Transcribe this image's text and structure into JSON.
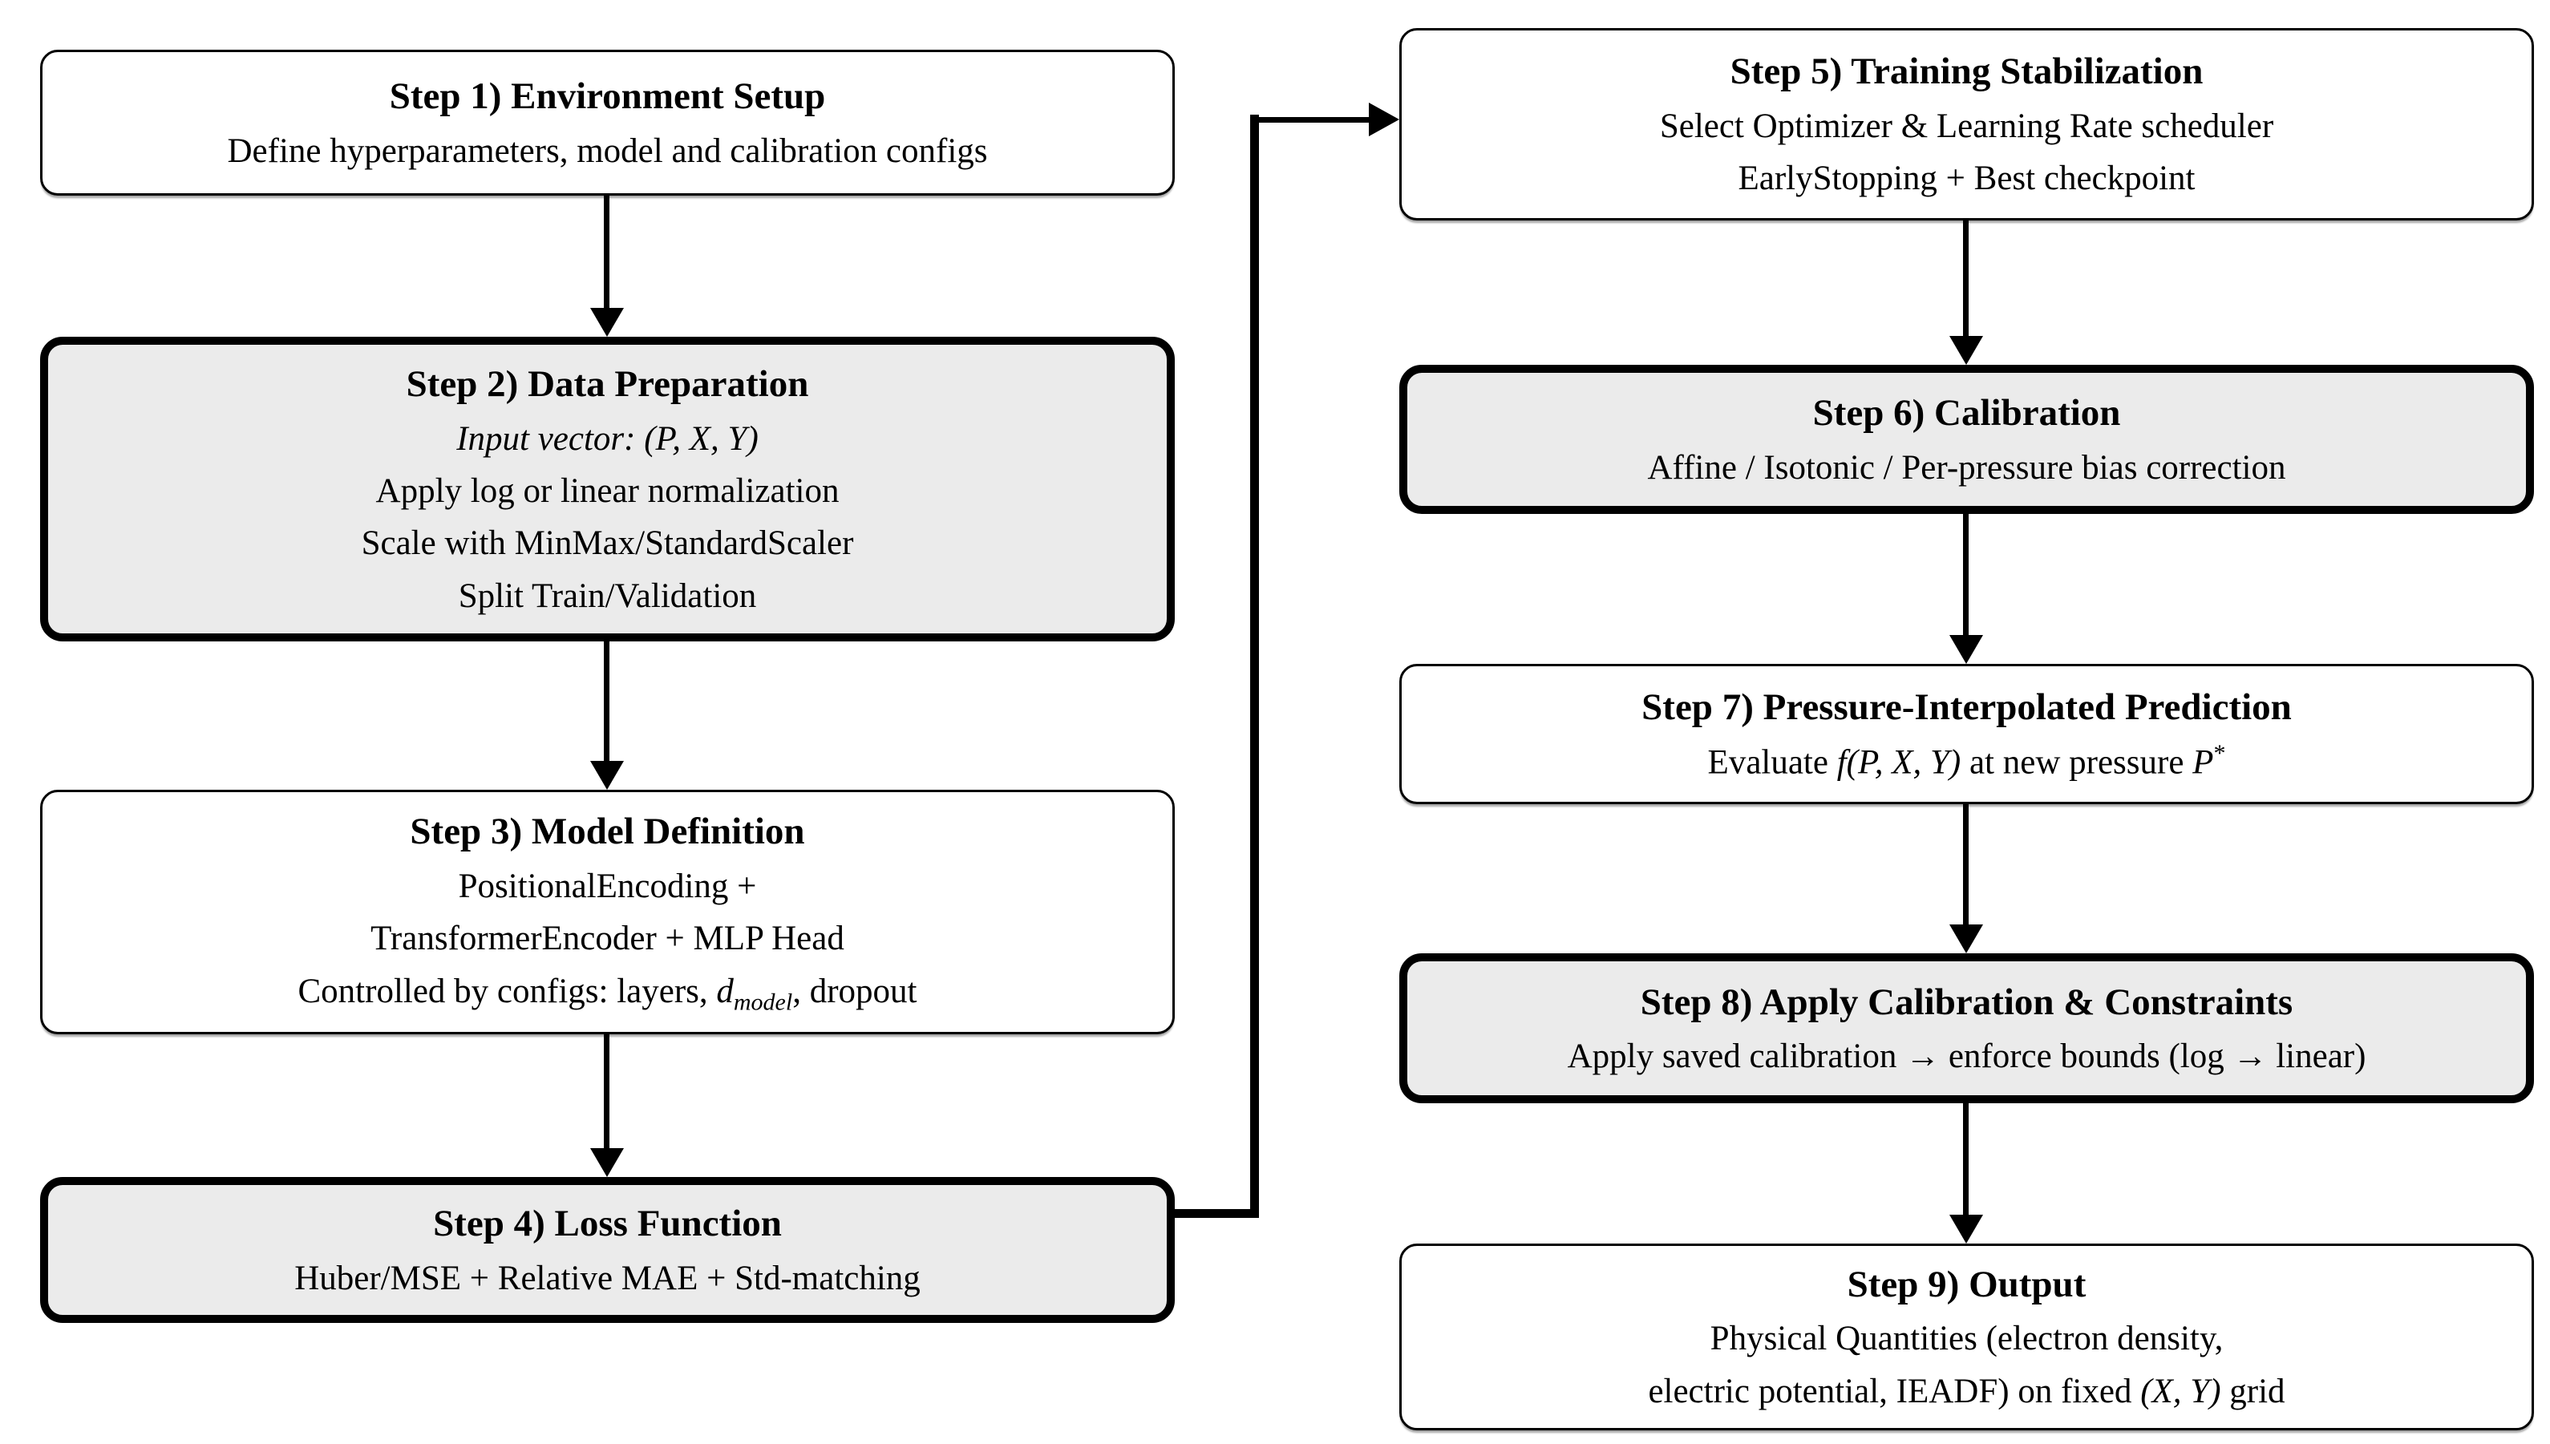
{
  "colors": {
    "background": "#ffffff",
    "box_fill_white": "#ffffff",
    "box_fill_gray": "#ebebeb",
    "border": "#000000"
  },
  "boxes": {
    "step1": {
      "title": "Step 1) Environment Setup",
      "line1": "Define hyperparameters, model and calibration configs"
    },
    "step2": {
      "title": "Step 2) Data Preparation",
      "line1": "Input vector: (P, X, Y)",
      "line2": "Apply log or linear normalization",
      "line3": "Scale with MinMax/StandardScaler",
      "line4": "Split Train/Validation"
    },
    "step3": {
      "title": "Step 3) Model Definition",
      "line1": "PositionalEncoding +",
      "line2": "TransformerEncoder + MLP Head",
      "line3a": "Controlled by configs: layers, ",
      "line3var": "d",
      "line3sub": "model",
      "line3b": ", dropout"
    },
    "step4": {
      "title": "Step 4) Loss Function",
      "line1": "Huber/MSE + Relative MAE + Std-matching"
    },
    "step5": {
      "title": "Step 5) Training Stabilization",
      "line1": "Select Optimizer & Learning Rate scheduler",
      "line2": "EarlyStopping + Best checkpoint"
    },
    "step6": {
      "title": "Step 6) Calibration",
      "line1": "Affine / Isotonic / Per-pressure bias correction"
    },
    "step7": {
      "title": "Step 7) Pressure-Interpolated Prediction",
      "line1a": "Evaluate ",
      "line1math": "f(P, X, Y)",
      "line1b": " at new pressure ",
      "line1var": "P",
      "line1sup": "*"
    },
    "step8": {
      "title": "Step 8) Apply Calibration & Constraints",
      "line1": "Apply saved calibration → enforce bounds (log → linear)"
    },
    "step9": {
      "title": "Step 9) Output",
      "line1": "Physical Quantities (electron density,",
      "line2a": "electric potential, IEADF) on fixed ",
      "line2math": "(X, Y)",
      "line2b": " grid"
    }
  }
}
